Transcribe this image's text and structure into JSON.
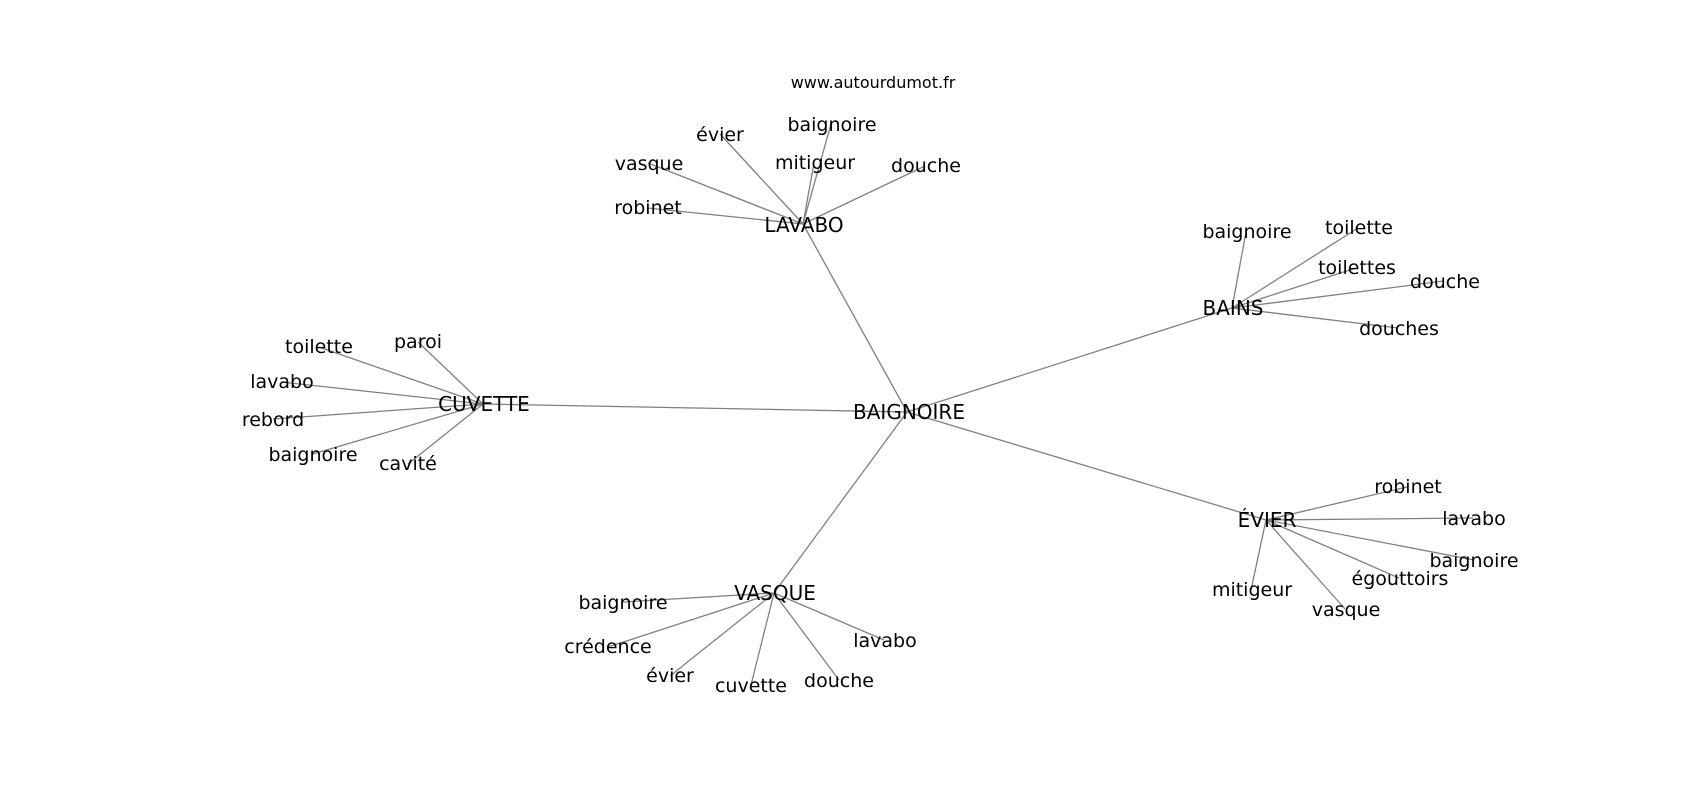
{
  "watermark": "www.autourdumot.fr",
  "center": {
    "label": "BAIGNOIRE"
  },
  "hubs": [
    {
      "label": "LAVABO",
      "leaves": [
        "évier",
        "baignoire",
        "vasque",
        "mitigeur",
        "douche",
        "robinet"
      ]
    },
    {
      "label": "BAINS",
      "leaves": [
        "baignoire",
        "toilette",
        "toilettes",
        "douche",
        "douches"
      ]
    },
    {
      "label": "CUVETTE",
      "leaves": [
        "paroi",
        "toilette",
        "lavabo",
        "rebord",
        "baignoire",
        "cavité"
      ]
    },
    {
      "label": "ÉVIER",
      "leaves": [
        "robinet",
        "lavabo",
        "baignoire",
        "égouttoirs",
        "mitigeur",
        "vasque"
      ]
    },
    {
      "label": "VASQUE",
      "leaves": [
        "baignoire",
        "crédence",
        "évier",
        "cuvette",
        "douche",
        "lavabo"
      ]
    }
  ],
  "colors": {
    "edge": "#808080",
    "text": "#000000",
    "background": "#ffffff"
  }
}
